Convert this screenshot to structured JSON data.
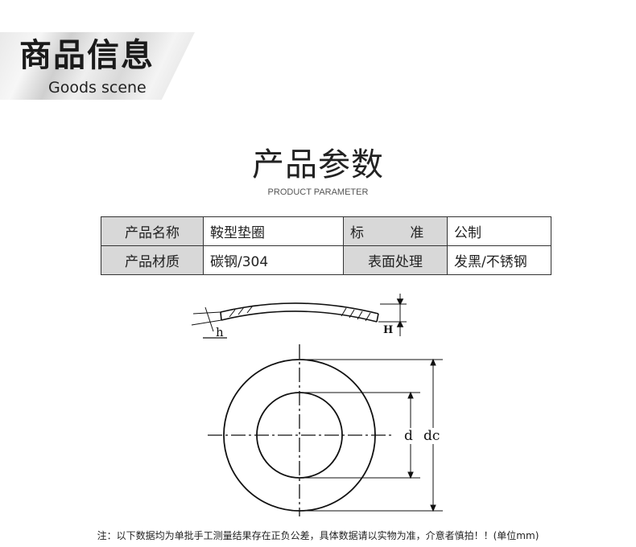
{
  "header": {
    "title": "商品信息",
    "subtitle": "Goods scene"
  },
  "section": {
    "title": "产品参数",
    "subtitle": "PRODUCT PARAMETER"
  },
  "params": {
    "name_label": "产品名称",
    "name_value": "鞍型垫圈",
    "standard_label": "标 准",
    "standard_value": "公制",
    "material_label": "产品材质",
    "material_value": "碳钢/304",
    "surface_label": "表面处理",
    "surface_value": "发黑/不锈钢"
  },
  "diagram": {
    "label_h": "h",
    "label_H": "H",
    "label_d": "d",
    "label_dc": "dc"
  },
  "footer": {
    "note": "注：以下数据均为单批手工测量结果存在正负公差，具体数据请以实物为准，介意者慎拍！！(单位mm)"
  }
}
